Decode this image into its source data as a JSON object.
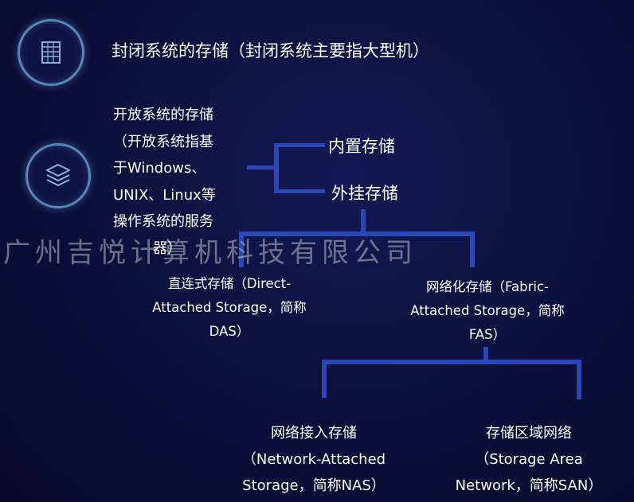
{
  "closed_system": {
    "icon": "server-rack-icon",
    "label": "封闭系统的存储（封闭系统主要指大型机）"
  },
  "open_system": {
    "icon": "layers-icon",
    "label_lines": [
      "开放系统的存储",
      "（开放系统指基",
      "于Windows、",
      "UNIX、Linux等",
      "操作系统的服务",
      "器）"
    ]
  },
  "branches": {
    "builtin": "内置存储",
    "external": "外挂存储"
  },
  "external_types": {
    "das_lines": [
      "直连式存储（Direct-",
      "Attached Storage，简称",
      "DAS）"
    ],
    "fas_lines": [
      "网络化存储（Fabric-",
      "Attached Storage，简称",
      "FAS）"
    ]
  },
  "network_types": {
    "nas_lines": [
      "网络接入存储",
      "（Network-Attached",
      "Storage，简称NAS）"
    ],
    "san_lines": [
      "存储区域网络",
      "（Storage Area",
      "Network，简称SAN）"
    ]
  },
  "watermark": "广州吉悦计算机科技有限公司",
  "colors": {
    "background": "#0b0f3a",
    "connector": "#2d46b8",
    "icon_ring": "#5a86b8"
  }
}
